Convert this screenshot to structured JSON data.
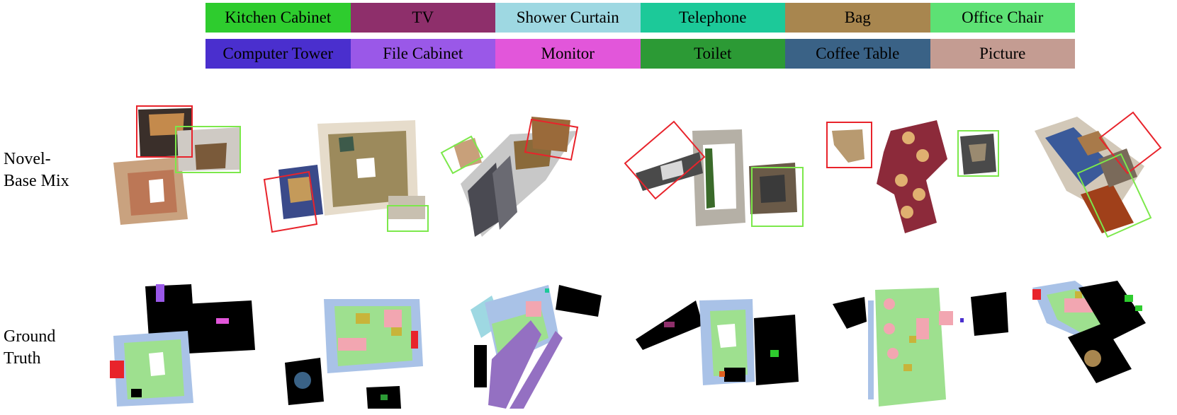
{
  "legend": [
    {
      "label": "Kitchen Cabinet",
      "color": "#2ecc2e"
    },
    {
      "label": "TV",
      "color": "#8e2f6b"
    },
    {
      "label": "Shower Curtain",
      "color": "#9ed8e2"
    },
    {
      "label": "Telephone",
      "color": "#1cc999"
    },
    {
      "label": "Bag",
      "color": "#a8864f"
    },
    {
      "label": "Office Chair",
      "color": "#5de174"
    },
    {
      "label": "Computer Tower",
      "color": "#4a2fce"
    },
    {
      "label": "File Cabinet",
      "color": "#9a58e8"
    },
    {
      "label": "Monitor",
      "color": "#e256da"
    },
    {
      "label": "Toilet",
      "color": "#2c9a35"
    },
    {
      "label": "Coffee Table",
      "color": "#3a6286"
    },
    {
      "label": "Picture",
      "color": "#c49c92"
    }
  ],
  "rows": {
    "mix": {
      "line1": "Novel-",
      "line2": "Base Mix"
    },
    "gt": {
      "line1": "Ground",
      "line2": "Truth"
    }
  },
  "box_colors": {
    "red": "#e8232b",
    "green": "#7ce84b"
  },
  "gt_colors": {
    "floor": "#9ee08f",
    "wall": "#a9c2e7",
    "chair": "#c8b43a",
    "table": "#f2a6b1",
    "other": "#000000",
    "purple": "#9470c2"
  }
}
